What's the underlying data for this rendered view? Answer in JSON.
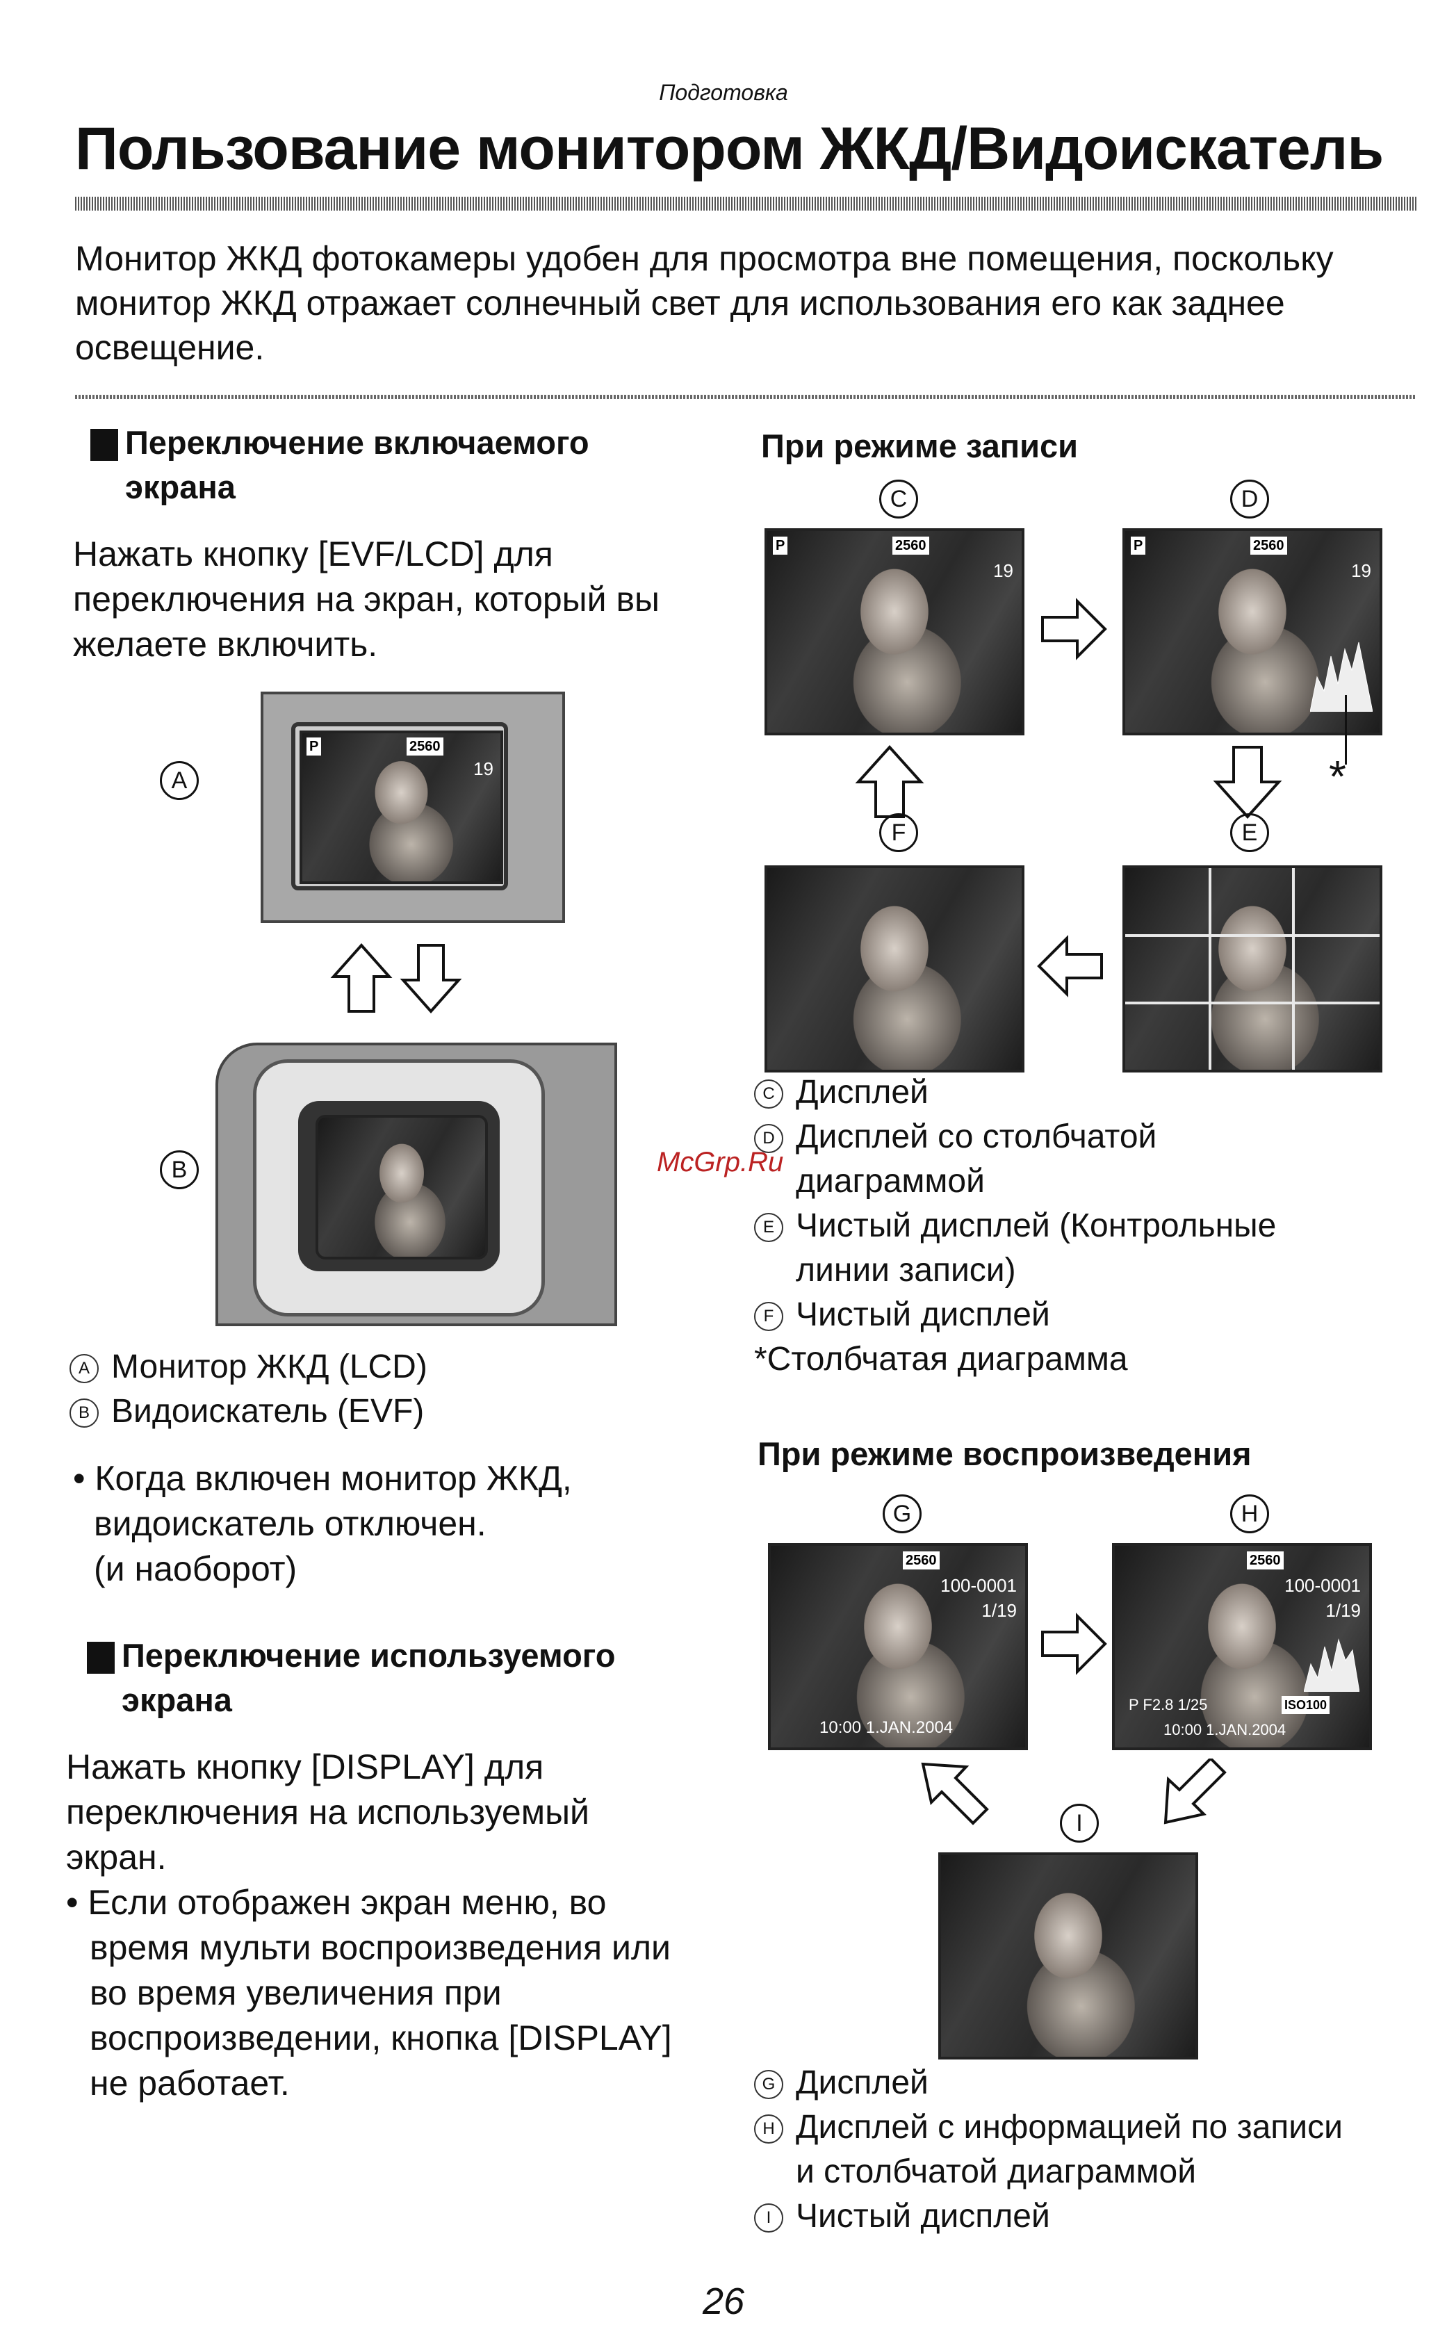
{
  "header": {
    "section": "Подготовка"
  },
  "title": "Пользование монитором ЖКД/Видоискатель",
  "intro": "Монитор ЖКД фотокамеры удобен для просмотра вне помещения, поскольку монитор ЖКД отражает солнечный свет для использования его как заднее освещение.",
  "left": {
    "section1": {
      "heading_l1": "Переключение включаемого",
      "heading_l2": "экрана",
      "body_l1": "Нажать кнопку [EVF/LCD] для",
      "body_l2": "переключения на экран, который вы",
      "body_l3": "желаете включить."
    },
    "labels": {
      "a": "A",
      "b": "B"
    },
    "legend_a_letter": "A",
    "legend_a_text": "Монитор ЖКД (LCD)",
    "legend_b_letter": "B",
    "legend_b_text": "Видоискатель (EVF)",
    "bullet1_l1": "• Когда включен монитор ЖКД,",
    "bullet1_l2": "видоискатель отключен.",
    "bullet1_l3": "(и наоборот)",
    "section2": {
      "heading_l1": "Переключение используемого",
      "heading_l2": "экрана",
      "body_l1": "Нажать кнопку [DISPLAY] для",
      "body_l2": "переключения на используемый",
      "body_l3": "экран.",
      "bullet_l1": "• Если отображен экран меню, во",
      "bullet_l2": "время мульти воспроизведения или",
      "bullet_l3": "во время увеличения при",
      "bullet_l4": "воспроизведении, кнопка [DISPLAY]",
      "bullet_l5": "не работает."
    }
  },
  "right": {
    "rec_heading": "При режиме записи",
    "rec_labels": {
      "c": "C",
      "d": "D",
      "e": "E",
      "f": "F"
    },
    "asterisk": "*",
    "lcd_info": {
      "p": "P",
      "res": "2560",
      "count": "19"
    },
    "rec_legend": [
      {
        "letter": "C",
        "text": "Дисплей"
      },
      {
        "letter": "D",
        "text": "Дисплей со столбчатой"
      },
      {
        "letter": "",
        "text": "диаграммой"
      },
      {
        "letter": "E",
        "text": "Чистый дисплей (Контрольные"
      },
      {
        "letter": "",
        "text": "линии записи)"
      },
      {
        "letter": "F",
        "text": "Чистый дисплей"
      }
    ],
    "rec_note": "*Столбчатая диаграмма",
    "play_heading": "При режиме воспроизведения",
    "play_labels": {
      "g": "G",
      "h": "H",
      "i": "I"
    },
    "play_info": {
      "res": "2560",
      "file": "100-0001",
      "frame": "1/19",
      "datetime": "10:00  1.JAN.2004",
      "exposure": "P F2.8 1/25",
      "iso": "ISO100"
    },
    "play_legend": [
      {
        "letter": "G",
        "text": "Дисплей"
      },
      {
        "letter": "H",
        "text": "Дисплей с информацией по записи"
      },
      {
        "letter": "",
        "text": "и столбчатой диаграммой"
      },
      {
        "letter": "I",
        "text": "Чистый дисплей"
      }
    ]
  },
  "watermark": "McGrp.Ru",
  "page_number": "26"
}
